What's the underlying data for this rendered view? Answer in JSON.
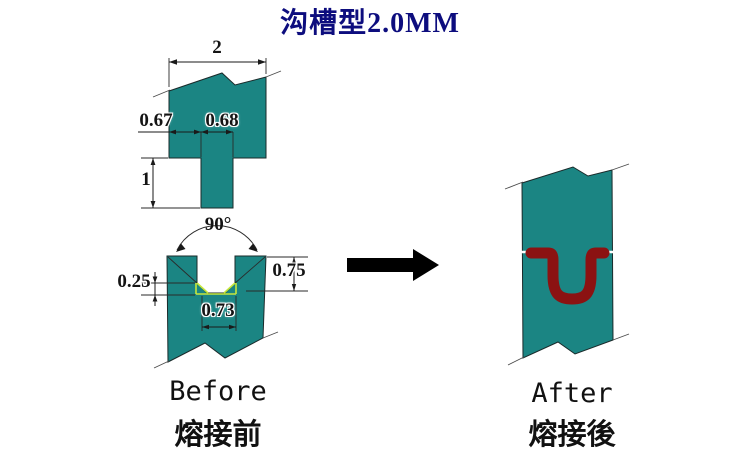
{
  "title": "沟槽型2.0MM",
  "colors": {
    "background": "#ffffff",
    "material_teal": "#1b8583",
    "weld_red": "#8b1212",
    "melt_zone_lime": "#c6e73c",
    "title_navy": "#0d0d7e"
  },
  "before": {
    "label_en": "Before",
    "label_zh": "熔接前",
    "tab_piece": {
      "dim_overall_width": "2",
      "dim_left_shoulder": "0.67",
      "dim_tab_width": "0.68",
      "dim_tab_height": "1"
    },
    "groove_piece": {
      "dim_groove_angle": "90°",
      "dim_groove_depth": "0.75",
      "dim_bottom_relief_depth": "0.25",
      "dim_groove_width": "0.73"
    }
  },
  "after": {
    "label_en": "After",
    "label_zh": "熔接後"
  }
}
